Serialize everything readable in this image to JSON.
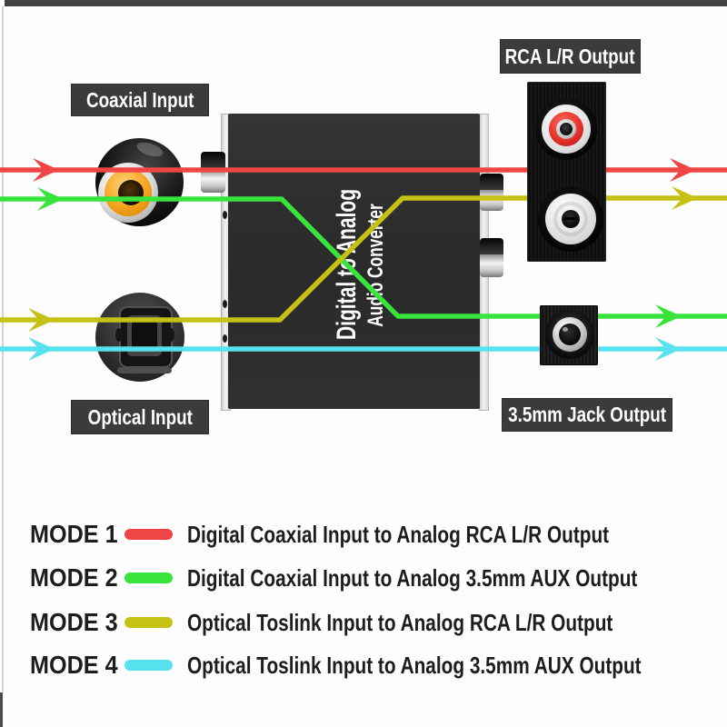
{
  "device": {
    "title_line1": "Digital to Analog",
    "title_line2": "Audio Converter"
  },
  "labels": {
    "coaxial_input": "Coaxial Input",
    "rca_output": "RCA L/R Output",
    "optical_input": "Optical Input",
    "jack_output": "3.5mm Jack Output"
  },
  "colors": {
    "red": "#ef4645",
    "green": "#38e43c",
    "olive": "#c5c115",
    "cyan": "#58e2f0",
    "label_bg": "#3b3b3b",
    "label_text": "#ffffff"
  },
  "modes": [
    {
      "name": "MODE 1",
      "color": "#ef4645",
      "description": "Digital Coaxial Input to Analog RCA L/R Output"
    },
    {
      "name": "MODE 2",
      "color": "#38e43c",
      "description": "Digital Coaxial Input to Analog 3.5mm AUX Output"
    },
    {
      "name": "MODE 3",
      "color": "#c5c115",
      "description": "Optical Toslink Input to Analog RCA L/R Output"
    },
    {
      "name": "MODE 4",
      "color": "#58e2f0",
      "description": "Optical Toslink Input to Analog 3.5mm AUX Output"
    }
  ]
}
